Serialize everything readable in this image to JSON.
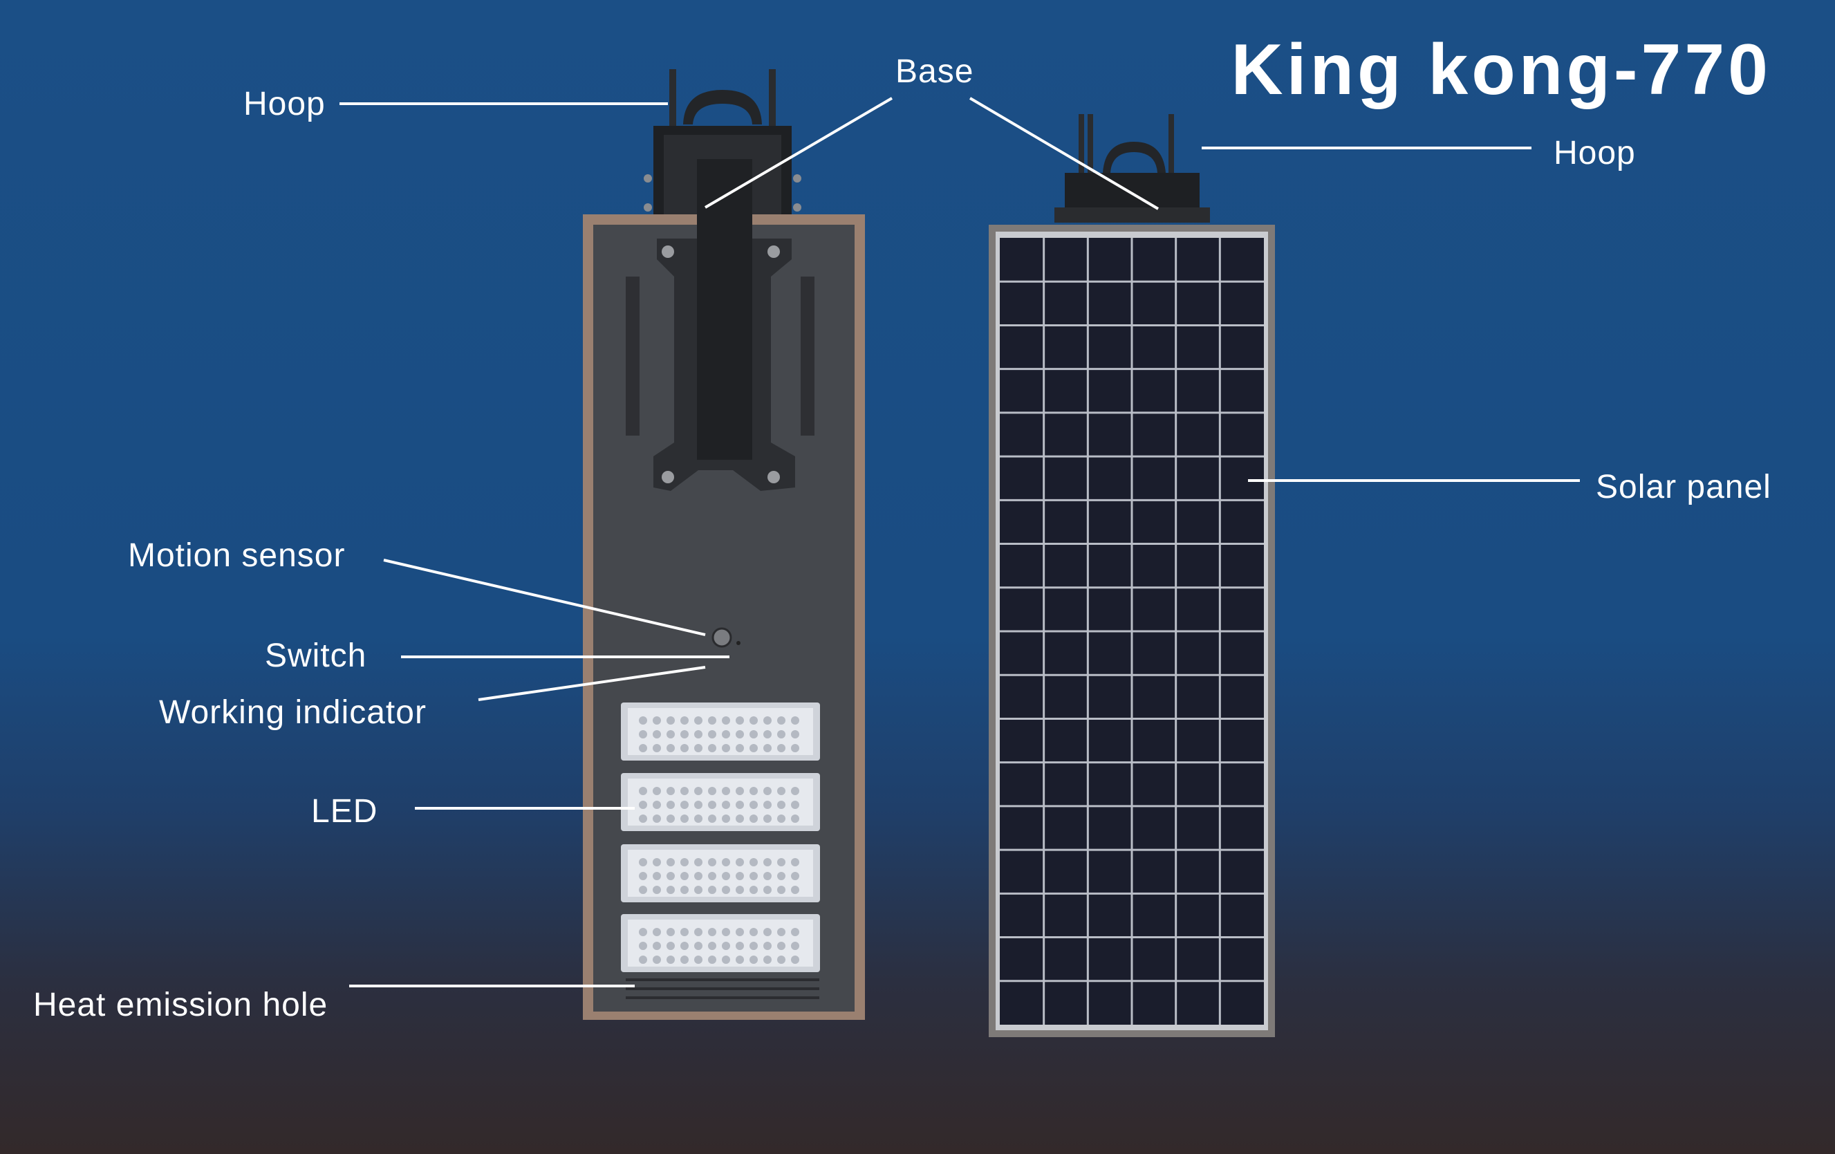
{
  "title": "King kong-770",
  "labels": {
    "hoop_left": "Hoop",
    "base": "Base",
    "hoop_right": "Hoop",
    "solar_panel": "Solar panel",
    "motion_sensor": "Motion sensor",
    "switch": "Switch",
    "working_indicator": "Working indicator",
    "led": "LED",
    "heat_emission_hole": "Heat emission hole"
  },
  "colors": {
    "background_top": "#1b4f86",
    "background_bottom": "#33292a",
    "lamp_body": "#45484d",
    "lamp_frame": "#9a8070",
    "solar_cell": "#1a1d2c",
    "led_module": "#dfe3ea",
    "text": "#ffffff"
  },
  "led_modules": {
    "count": 4
  },
  "solar_grid": {
    "columns": 6,
    "rows": 18
  }
}
